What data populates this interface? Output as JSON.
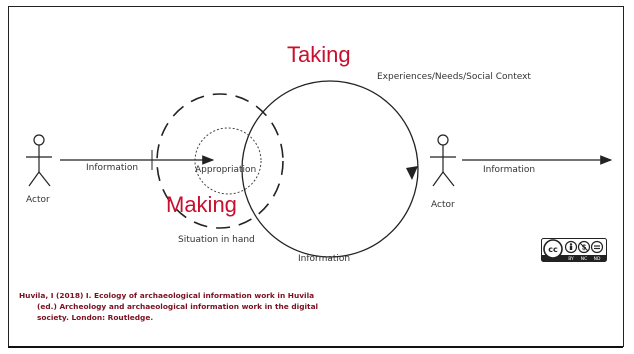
{
  "diagram": {
    "taking_label": "Taking",
    "making_label": "Making",
    "context_label": "Experiences/Needs/Social Context",
    "info_left_label": "Information",
    "appropriation_label": "Appropriation",
    "actor_left_label": "Actor",
    "situation_label": "Situation in hand",
    "actor_right_label": "Actor",
    "info_right_label": "Information",
    "info_bottom_label": "Information",
    "accent_color": "#c8102e",
    "citation_color": "#7a1020"
  },
  "citation": {
    "line1": "Huvila, I (2018) I. Ecology of archaeological information work in Huvila",
    "line2": "(ed.) Archeology and archaeological information work in the digital",
    "line3": "society. London: Routledge."
  },
  "license": {
    "cc": "cc",
    "by": "BY",
    "nc": "NC",
    "nd": "ND"
  }
}
